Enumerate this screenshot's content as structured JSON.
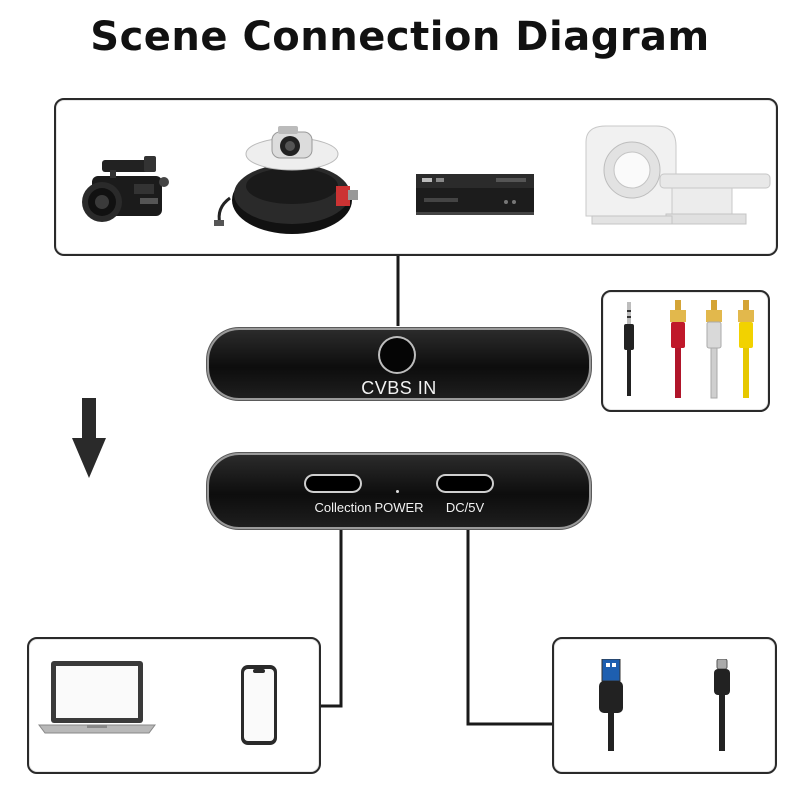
{
  "title": "Scene Connection Diagram",
  "sources": {
    "items": [
      {
        "icon": "camcorder-icon"
      },
      {
        "icon": "inspection-camera-reel-icon"
      },
      {
        "icon": "dvd-player-icon"
      },
      {
        "icon": "ct-scanner-icon"
      }
    ]
  },
  "device_input": {
    "port_label": "CVBS IN"
  },
  "device_output": {
    "collection_label": "Collection",
    "power_label": "POWER",
    "dc_label": "DC/5V"
  },
  "cables": {
    "items": [
      {
        "icon": "3.5mm-jack-icon"
      },
      {
        "icon": "rca-plug-red-icon",
        "color": "#c0182a"
      },
      {
        "icon": "rca-plug-white-icon",
        "color": "#d9d9d9"
      },
      {
        "icon": "rca-plug-yellow-icon",
        "color": "#f2d200"
      }
    ]
  },
  "outputs": {
    "items": [
      {
        "icon": "laptop-icon"
      },
      {
        "icon": "smartphone-icon"
      }
    ]
  },
  "power": {
    "items": [
      {
        "icon": "usb-a-plug-icon"
      },
      {
        "icon": "usb-c-plug-icon"
      }
    ]
  },
  "colors": {
    "device_body": "#111111",
    "outline": "#2a2a2a"
  }
}
